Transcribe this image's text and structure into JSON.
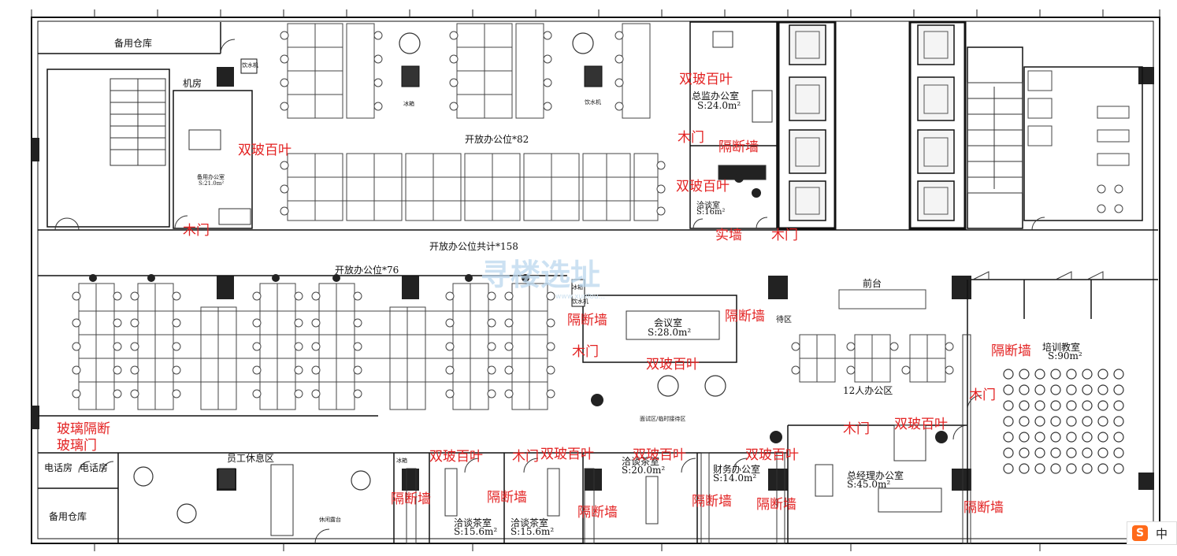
{
  "rooms": {
    "storage_top": "备用仓库",
    "machine_room": "机房",
    "water_dispenser_1": "饮水机",
    "water_dispenser_2": "饮水机",
    "water_dispenser_3": "饮水机",
    "fridge_1": "冰箱",
    "fridge_2": "冰箱",
    "fridge_3": "冰箱",
    "spare_office": "备用办公室",
    "spare_office_area": "S:21.0m²",
    "open_office_82": "开放办公位*82",
    "director_office": "总监办公室",
    "director_office_area": "S:24.0m²",
    "meeting_small": "洽谈室",
    "meeting_small_area": "S:16m²",
    "open_total": "开放办公位共计*158",
    "open_office_76": "开放办公位*76",
    "conference": "会议室",
    "conference_area": "S:28.0m²",
    "front_desk": "前台",
    "waiting_short": "待区",
    "area_12": "12人办公区",
    "training": "培训教室",
    "training_area": "S:90m²",
    "interview": "面试区/临时接待区",
    "staff_lounge": "员工休息区",
    "terrace": "休闲露台",
    "phone_1": "电话房",
    "phone_2": "电话房",
    "storage_bottom": "备用仓库",
    "tea_1": "洽谈茶室",
    "tea_1_area": "S:15.6m²",
    "tea_2": "洽谈茶室",
    "tea_2_area": "S:15.6m²",
    "tea_3": "洽谈茶室",
    "tea_3_area": "S:20.0m²",
    "finance": "财务办公室",
    "finance_area": "S:14.0m²",
    "gm_office": "总经理办公室",
    "gm_office_area": "S:45.0m²"
  },
  "annotations": {
    "a1": "双玻百叶",
    "a2": "木门",
    "a3": "双玻百叶",
    "a4": "木门",
    "a5": "隔断墙",
    "a6": "双玻百叶",
    "a7": "实墙",
    "a8": "木门",
    "a9": "隔断墙",
    "a10": "隔断墙",
    "a11": "木门",
    "a12": "双玻百叶",
    "a13": "隔断墙",
    "a14": "木门",
    "a15": "玻璃隔断",
    "a16": "玻璃门",
    "a17": "双玻百叶",
    "a18": "木门",
    "a19": "双玻百叶",
    "a20": "双玻百叶",
    "a21": "双玻百叶",
    "a22": "木门",
    "a23": "双玻百叶",
    "a24": "隔断墙",
    "a25": "隔断墙",
    "a26": "隔断墙",
    "a27": "隔断墙",
    "a28": "隔断墙",
    "a29": "隔断墙"
  },
  "watermark": {
    "text": "寻楼选址",
    "sub": "www.xunlou..."
  },
  "ime_badge": {
    "logo": "S",
    "lang": "中"
  },
  "colors": {
    "annotation": "#e32222",
    "wall": "#111111",
    "watermark": "#bcd8ee"
  }
}
